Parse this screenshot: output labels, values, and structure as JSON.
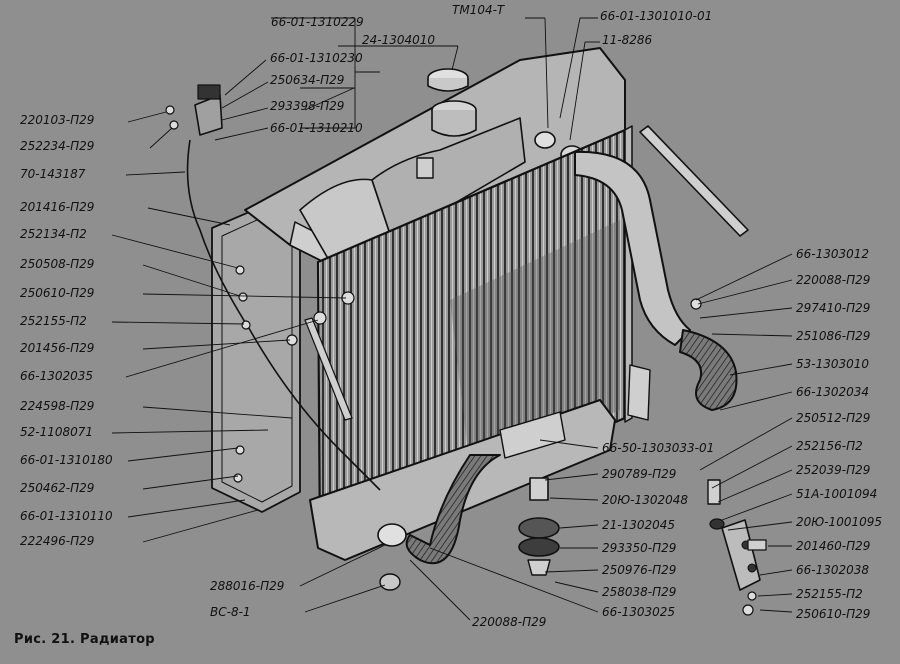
{
  "caption": "Рис. 21. Радиатор",
  "labels": {
    "l01": "66-01-1310229",
    "l02": "24-1304010",
    "l03": "ТМ104-Т",
    "l04": "66-01-1301010-01",
    "l05": "11-8286",
    "l06": "66-01-1310230",
    "l07": "250634-П29",
    "l08": "293398-П29",
    "l09": "66-01-1310210",
    "l10": "220103-П29",
    "l11": "252234-П29",
    "l12": "70-143187",
    "l13": "201416-П29",
    "l14": "252134-П2",
    "l15": "250508-П29",
    "l16": "250610-П29",
    "l17": "252155-П2",
    "l18": "201456-П29",
    "l19": "66-1302035",
    "l20": "224598-П29",
    "l21": "52-1108071",
    "l22": "66-01-1310180",
    "l23": "250462-П29",
    "l24": "66-01-1310110",
    "l25": "222496-П29",
    "l26": "66-1303012",
    "l27": "220088-П29",
    "l28": "297410-П29",
    "l29": "251086-П29",
    "l30": "53-1303010",
    "l31": "66-1302034",
    "l32": "250512-П29",
    "l33": "66-50-1303033-01",
    "l34": "252156-П2",
    "l35": "290789-П29",
    "l36": "252039-П29",
    "l37": "51А-1001094",
    "l38": "20Ю-1302048",
    "l39": "20Ю-1001095",
    "l40": "21-1302045",
    "l41": "201460-П29",
    "l42": "293350-П29",
    "l43": "66-1302038",
    "l44": "250976-П29",
    "l45": "252155-П2",
    "l46": "258038-П29",
    "l47": "250610-П29",
    "l48": "288016-П29",
    "l49": "ВС-8-1",
    "l50": "220088-П29",
    "l51": "66-1303025"
  }
}
